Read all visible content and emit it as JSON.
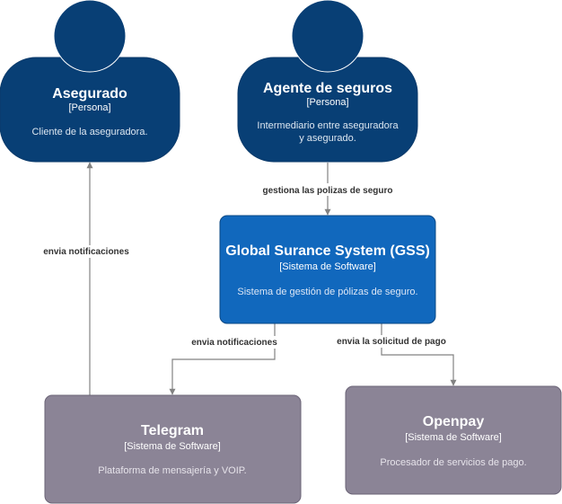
{
  "colors": {
    "person_fill": "#083f75",
    "person_stroke": "#0b3a6a",
    "system_fill": "#1168bd",
    "system_stroke": "#0b4884",
    "external_fill": "#8b8496",
    "external_stroke": "#6b6477",
    "edge": "#828282",
    "text_light": "#ffffff",
    "desc_external": "#e6e3ea"
  },
  "nodes": {
    "asegurado": {
      "title": "Asegurado",
      "type": "[Persona]",
      "description": "Cliente de la aseguradora."
    },
    "agente": {
      "title": "Agente de seguros",
      "type": "[Persona]",
      "description_line1": "Intermediario entre aseguradora",
      "description_line2": "y asegurado."
    },
    "gss": {
      "title": "Global Surance System (GSS)",
      "type": "[Sistema de Software]",
      "description": "Sistema de gestión de pólizas de seguro."
    },
    "telegram": {
      "title": "Telegram",
      "type": "[Sistema de Software]",
      "description": "Plataforma de mensajería y VOIP."
    },
    "openpay": {
      "title": "Openpay",
      "type": "[Sistema de Software]",
      "description": "Procesador de servicios de pago."
    }
  },
  "edges": {
    "agente_gss": "gestiona las polizas de seguro",
    "gss_telegram": "envia notificaciones",
    "gss_openpay": "envia la solicitud de pago",
    "telegram_asegurado": "envia notificaciones"
  }
}
